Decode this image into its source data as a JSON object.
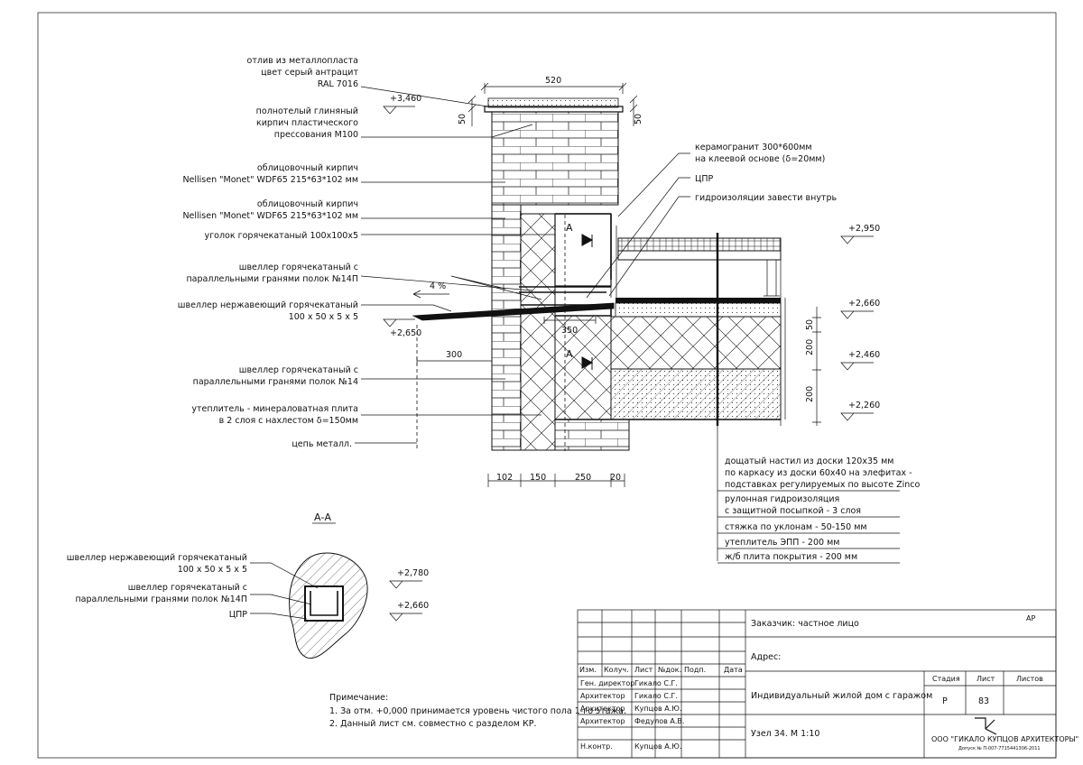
{
  "left_callouts": [
    {
      "lines": [
        "отлив из металлопласта",
        "цвет серый антрацит",
        "RAL 7016"
      ]
    },
    {
      "lines": [
        "полнотелый глиняный",
        "кирпич пластического",
        "прессования М100"
      ]
    },
    {
      "lines": [
        "облицовочный кирпич",
        "Nellisen \"Monet\" WDF65 215*63*102 мм"
      ]
    },
    {
      "lines": [
        "облицовочный кирпич",
        "Nellisen \"Monet\" WDF65 215*63*102 мм"
      ]
    },
    {
      "lines": [
        "уголок горячекатаный 100х100х5"
      ]
    },
    {
      "lines": [
        "швеллер горячекатаный с",
        "параллельными гранями полок №14П"
      ]
    },
    {
      "lines": [
        "швеллер нержавеющий горячекатаный",
        "100 х 50 х 5 х 5"
      ]
    },
    {
      "lines": [
        "швеллер горячекатаный с",
        "параллельными гранями полок №14"
      ]
    },
    {
      "lines": [
        "утеплитель - минераловатная плита",
        "в 2 слоя с нахлестом δ=150мм"
      ]
    },
    {
      "lines": [
        "цепь металл."
      ]
    }
  ],
  "right_callouts": [
    {
      "lines": [
        "керамогранит 300*600мм",
        "на клеевой основе (δ=20мм)"
      ]
    },
    {
      "lines": [
        "ЦПР"
      ]
    },
    {
      "lines": [
        "гидроизоляции завести внутрь"
      ]
    }
  ],
  "levels": {
    "top_parapet": "+3,460",
    "roof_top": "+2,950",
    "roof_slab": "+2,660",
    "mid": "+2,460",
    "bottom": "+2,260",
    "drip": "+2,650",
    "aa_top": "+2,780",
    "aa_bottom": "+2,660"
  },
  "dimensions": {
    "top_width": "520",
    "left_height": "50",
    "right_height": "50",
    "slope": "4 %",
    "drip_length": "300",
    "gap": "350",
    "bottom": [
      "102",
      "150",
      "250",
      "20"
    ],
    "right_vertical": [
      "50",
      "200",
      "200"
    ]
  },
  "section_marks": {
    "upper": "A",
    "lower": "A",
    "title": "А-А"
  },
  "roof_layers": [
    "дощатый настил из доски 120х35 мм по каркасу из доски 60х40 на элефитах - подставках регулируемых по высоте Zinco",
    "рулонная гидроизоляция с защитной посыпкой - 3 слоя",
    "стяжка по уклонам - 50-150 мм",
    "утеплитель ЭПП - 200 мм",
    "ж/б плита покрытия - 200 мм"
  ],
  "roof_layer_lines": [
    [
      "дощатый настил из доски 120х35 мм",
      "по каркасу из доски 60х40 на элефитах -",
      "подставках регулируемых по высоте Zinco"
    ],
    [
      "рулонная гидроизоляция",
      "с защитной посыпкой - 3 слоя"
    ],
    [
      "стяжка по уклонам - 50-150 мм"
    ],
    [
      "утеплитель ЭПП - 200 мм"
    ],
    [
      "ж/б плита покрытия - 200 мм"
    ]
  ],
  "aa_callouts": [
    {
      "lines": [
        "швеллер нержавеющий горячекатаный",
        "100 х 50 х 5 х 5"
      ]
    },
    {
      "lines": [
        "швеллер горячекатаный с",
        "параллельными гранями полок №14П"
      ]
    },
    {
      "lines": [
        "ЦПР"
      ]
    }
  ],
  "notes": {
    "title": "Примечание:",
    "items": [
      "1.   За отм. +0,000 принимается уровень чистого пола 1-го этажа.",
      "2.   Данный лист см. совместно с разделом КР."
    ]
  },
  "title_block": {
    "customer": "Заказчик: частное лицо",
    "address": "Адрес:",
    "stamp": "АР",
    "project": "Индивидуальный жилой дом с гаражом",
    "sheet_title": "Узел 34.  М 1:10",
    "headers": [
      "Изм.",
      "Колуч.",
      "Лист",
      "№док.",
      "Подп.",
      "Дата"
    ],
    "stage_headers": [
      "Стадия",
      "Лист",
      "Листов"
    ],
    "stage": "Р",
    "sheet": "83",
    "sheets": "",
    "signatures": [
      {
        "role": "Ген. директор",
        "name": "Гикало С.Г."
      },
      {
        "role": "Архитектор",
        "name": "Гикало С.Г."
      },
      {
        "role": "Архитектор",
        "name": "Купцов А.Ю."
      },
      {
        "role": "Архитектор",
        "name": "Федулов А.В."
      },
      {
        "role": "",
        "name": ""
      },
      {
        "role": "Н.контр.",
        "name": "Купцов А.Ю."
      }
    ],
    "company": "ООО \"ГИКАЛО КУПЦОВ АРХИТЕКТОРЫ\"",
    "license": "Допуск № П-007-7715441306-2011"
  }
}
